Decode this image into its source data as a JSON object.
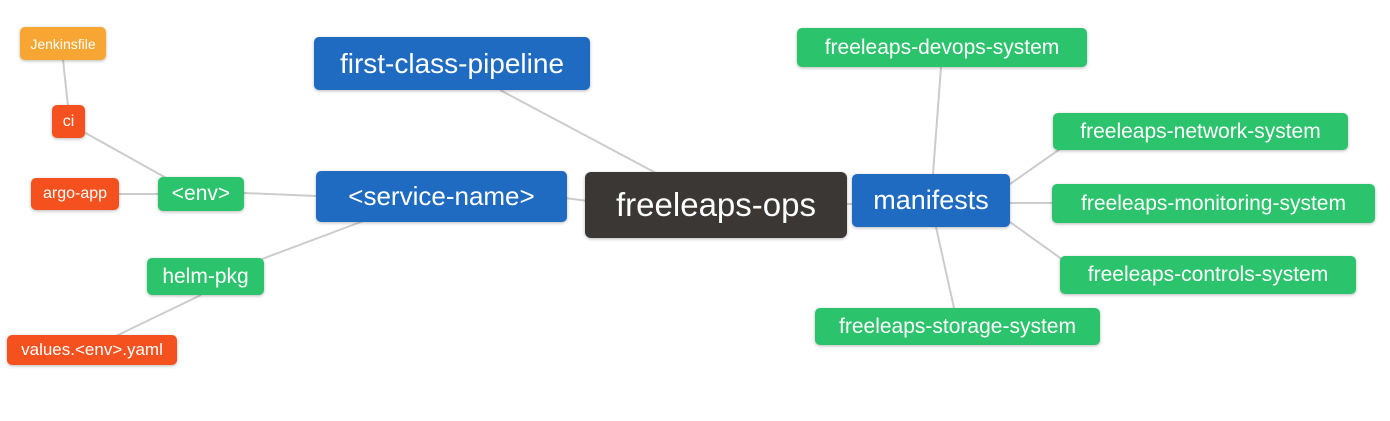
{
  "diagram": {
    "title": "freeleaps-ops mind map",
    "root_id": "freeleaps_ops",
    "palette": {
      "branch_blue": "#1F6BC1",
      "leaf_green": "#2BC36B",
      "leaf_orange": "#F7A633",
      "leaf_red": "#F4511E",
      "root_dark": "#3B3734",
      "edge_gray": "#CCCCCC",
      "node_text": "#FFFFFF",
      "background": "#FFFFFF"
    },
    "nodes": {
      "jenkinsfile": {
        "label": "Jenkinsfile",
        "color": "#F7A633"
      },
      "ci": {
        "label": "ci",
        "color": "#F4511E"
      },
      "argo_app": {
        "label": "argo-app",
        "color": "#F4511E"
      },
      "env": {
        "label": "<env>",
        "color": "#2BC36B"
      },
      "helm_pkg": {
        "label": "helm-pkg",
        "color": "#2BC36B"
      },
      "values_env_yaml": {
        "label": "values.<env>.yaml",
        "color": "#F4511E"
      },
      "first_class_pipeline": {
        "label": "first-class-pipeline",
        "color": "#1F6BC1"
      },
      "service_name": {
        "label": "<service-name>",
        "color": "#1F6BC1"
      },
      "freeleaps_ops": {
        "label": "freeleaps-ops",
        "color": "#3B3734"
      },
      "manifests": {
        "label": "manifests",
        "color": "#1F6BC1"
      },
      "devops_system": {
        "label": "freeleaps-devops-system",
        "color": "#2BC36B"
      },
      "network_system": {
        "label": "freeleaps-network-system",
        "color": "#2BC36B"
      },
      "monitoring_system": {
        "label": "freeleaps-monitoring-system",
        "color": "#2BC36B"
      },
      "controls_system": {
        "label": "freeleaps-controls-system",
        "color": "#2BC36B"
      },
      "storage_system": {
        "label": "freeleaps-storage-system",
        "color": "#2BC36B"
      }
    },
    "edges": [
      {
        "from": "jenkinsfile",
        "to": "ci"
      },
      {
        "from": "ci",
        "to": "env"
      },
      {
        "from": "argo_app",
        "to": "env"
      },
      {
        "from": "env",
        "to": "service_name"
      },
      {
        "from": "helm_pkg",
        "to": "service_name"
      },
      {
        "from": "values_env_yaml",
        "to": "helm_pkg"
      },
      {
        "from": "first_class_pipeline",
        "to": "freeleaps_ops"
      },
      {
        "from": "service_name",
        "to": "freeleaps_ops"
      },
      {
        "from": "freeleaps_ops",
        "to": "manifests"
      },
      {
        "from": "manifests",
        "to": "devops_system"
      },
      {
        "from": "manifests",
        "to": "network_system"
      },
      {
        "from": "manifests",
        "to": "monitoring_system"
      },
      {
        "from": "manifests",
        "to": "controls_system"
      },
      {
        "from": "manifests",
        "to": "storage_system"
      }
    ]
  }
}
